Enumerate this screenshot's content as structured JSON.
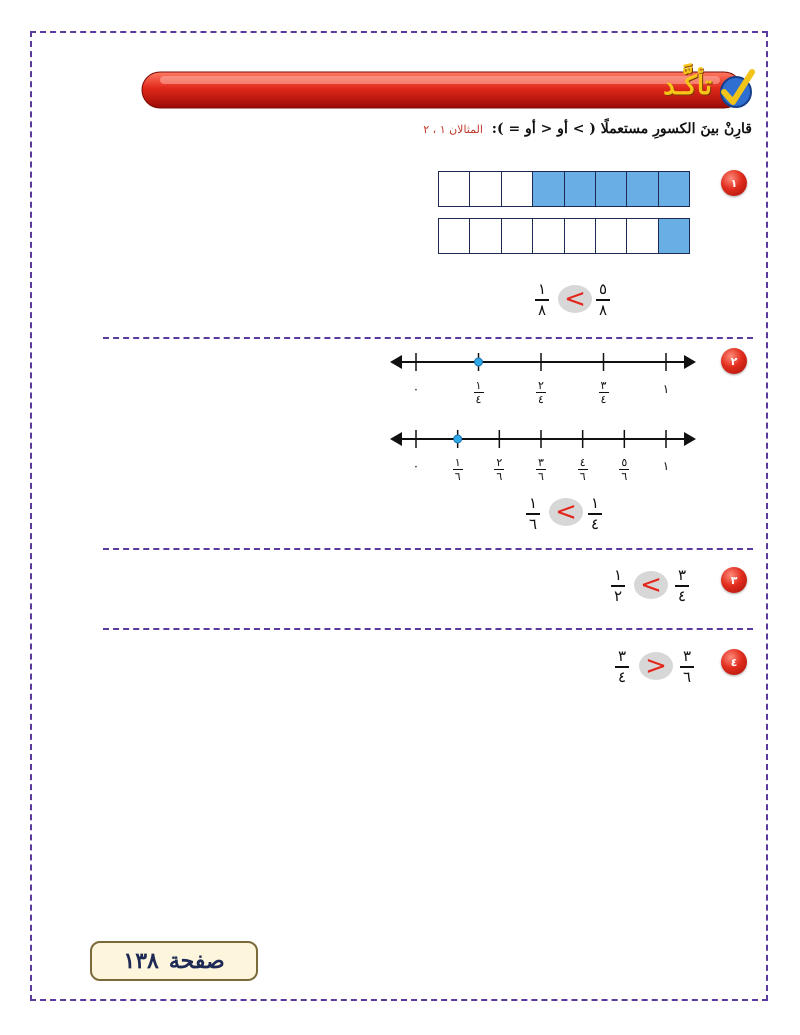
{
  "header": {
    "title": "تأكَّـد"
  },
  "instruction": {
    "text": "قارِنْ بينَ الكسورِ مستعملًا ( > أو < أو = ):",
    "reference": "المثالان ١ ، ٢"
  },
  "exercises": [
    {
      "number": "١",
      "bars": [
        {
          "parts": 8,
          "shaded": 5
        },
        {
          "parts": 8,
          "shaded": 1
        }
      ],
      "comparison": {
        "left": {
          "num": "٥",
          "den": "٨"
        },
        "symbol": "<",
        "right": {
          "num": "١",
          "den": "٨"
        }
      }
    },
    {
      "number": "٢",
      "number_lines": [
        {
          "ticks": [
            "٠",
            {
              "num": "١",
              "den": "٤"
            },
            {
              "num": "٢",
              "den": "٤"
            },
            {
              "num": "٣",
              "den": "٤"
            },
            "١"
          ],
          "marked_index": 1
        },
        {
          "ticks": [
            "٠",
            {
              "num": "١",
              "den": "٦"
            },
            {
              "num": "٢",
              "den": "٦"
            },
            {
              "num": "٣",
              "den": "٦"
            },
            {
              "num": "٤",
              "den": "٦"
            },
            {
              "num": "٥",
              "den": "٦"
            },
            "١"
          ],
          "marked_index": 1
        }
      ],
      "comparison": {
        "left": {
          "num": "١",
          "den": "٤"
        },
        "symbol": "<",
        "right": {
          "num": "١",
          "den": "٦"
        }
      }
    },
    {
      "number": "٣",
      "comparison": {
        "left": {
          "num": "٣",
          "den": "٤"
        },
        "symbol": "<",
        "right": {
          "num": "١",
          "den": "٢"
        }
      }
    },
    {
      "number": "٤",
      "comparison": {
        "left": {
          "num": "٣",
          "den": "٦"
        },
        "symbol": ">",
        "right": {
          "num": "٣",
          "den": "٤"
        }
      }
    }
  ],
  "footer": {
    "label": "صفحة",
    "page": "١٣٨"
  },
  "colors": {
    "frame": "#5b3a9e",
    "banner": "#d8261b",
    "shade": "#6aaee6",
    "symbol": "#e3261c",
    "badge": "#e12d1e"
  }
}
